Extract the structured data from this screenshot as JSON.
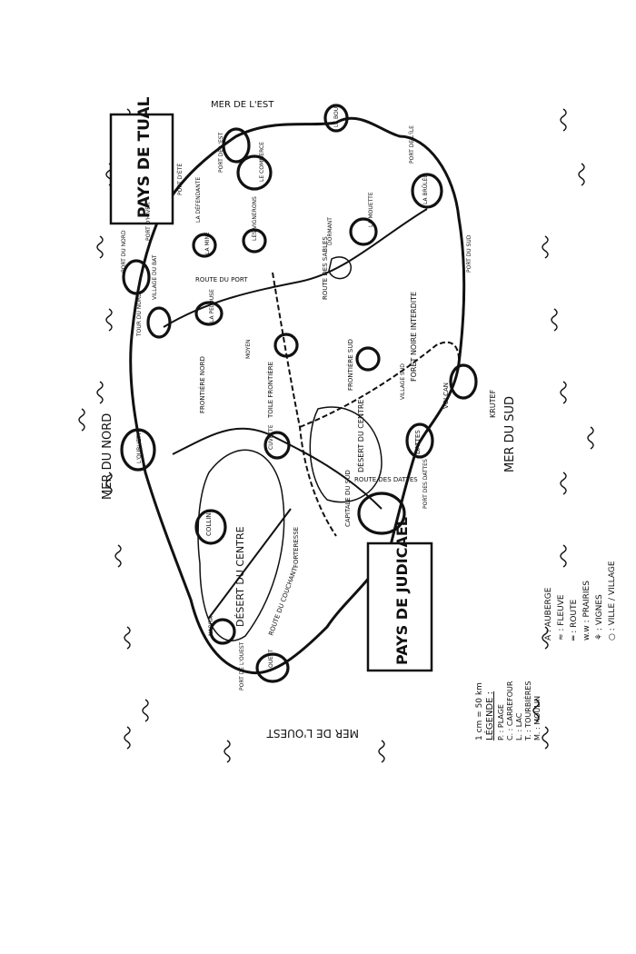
{
  "seas": {
    "north": "MER DU NORD",
    "south": "MER DU SUD",
    "west": "MER DE L'OUEST",
    "east": "MER DE L'EST"
  },
  "countries": {
    "tual": "PAYS DE TUAL",
    "judicael": "PAYS DE JUDICAËL"
  },
  "regions": {
    "desert_west": "DÉSERT DU CENTRE",
    "desert_east": "DÉSERT DU CENTRE",
    "foret": "FORÊT NOIRE INTERDITE",
    "volcan": "VOLCAN",
    "toile_frontiere": "TOILE FRONTIÈRE",
    "frontiere_sud": "FRONTIÈRE SUD",
    "frontiere_nord": "FRONTIÈRE NORD",
    "colline": "COLLINE",
    "forteresse": "FORTERESSE",
    "route_des_dattes": "ROUTE DES DATTES",
    "route_du_couchant": "ROUTE DU COUCHANT",
    "route_des_sables": "ROUTE DES SABLES",
    "route_du_port": "ROUTE DU PORT",
    "krutef": "KRUTEF"
  },
  "places": {
    "port_nord": "PORT DU NORD",
    "port_ouest": "PORT DE L'OUEST",
    "port_est": "PORT DE L'EST",
    "port_sud": "PORT DU SUD",
    "port_ile": "PORT DE L'ÎLE",
    "port_ete": "PORT D'ÉTÉ",
    "port_hiver": "PORT D'HIVER",
    "port_dattes": "PORT DES DATTES",
    "village_bat": "VILLAGE DU BAT",
    "capitale_sud": "CAPITALE DU SUD",
    "dattes": "DATTES",
    "cuvette": "CUVETTE",
    "ouest": "OUEST",
    "narita": "NARITA",
    "la_pelouse": "LA PELOUSE",
    "la_mine": "LA MINE",
    "le_commerce": "LE COMMERCE",
    "la_defendante": "LA DÉFENDANTE",
    "le_bout": "LE BOUT",
    "la_brulee": "LA BRÛLÉE",
    "les_vignerons": "LES VIGNERONS",
    "la_mouette": "LA MOUETTE",
    "dormant": "DORMANT",
    "oubliette": "L'OUBLIETTE",
    "moyen": "MOYEN",
    "tour_du_nord": "TOUR DU NORD",
    "village_sud": "VILLAGE SUD"
  },
  "legend": {
    "scale": "1 cm = 50 km",
    "title": "LÉGENDE :",
    "items": [
      "P. : PLAGE",
      "C. : CARREFOUR",
      "L. : LAC",
      "T. : TOURBIÈRES",
      "M. : MOULIN"
    ],
    "items2": [
      "A : AUBERGE",
      "≈ : FLEUVE",
      "═ : ROUTE",
      "w.w : PRAIRIES",
      "⚘ : VIGNES",
      "○ : VILLE / VILLAGE"
    ]
  },
  "colors": {
    "ink": "#111111",
    "paper": "#ffffff"
  }
}
